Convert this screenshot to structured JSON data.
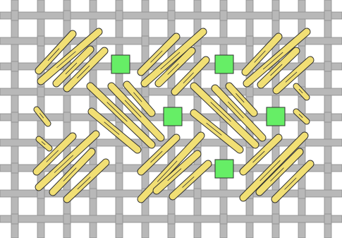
{
  "diagram": {
    "kind": "needlepoint-stitch-grid",
    "colors": {
      "background": "#ffffff",
      "canvas_thread": "#b8b8b8",
      "canvas_thread_edge": "#8c8c8c",
      "yarn": "#f1df74",
      "yarn_edge": "#2f2f2f",
      "marker": "#66ee66",
      "marker_edge": "#2f2f2f"
    },
    "grid": {
      "threads": "interwoven",
      "stitch_direction": "diagonal"
    },
    "stitch_groups": [
      "left-cluster",
      "center-cluster",
      "right-cluster"
    ],
    "markers": [
      "square-1",
      "square-2",
      "square-3",
      "square-4",
      "square-5"
    ],
    "labels": []
  }
}
